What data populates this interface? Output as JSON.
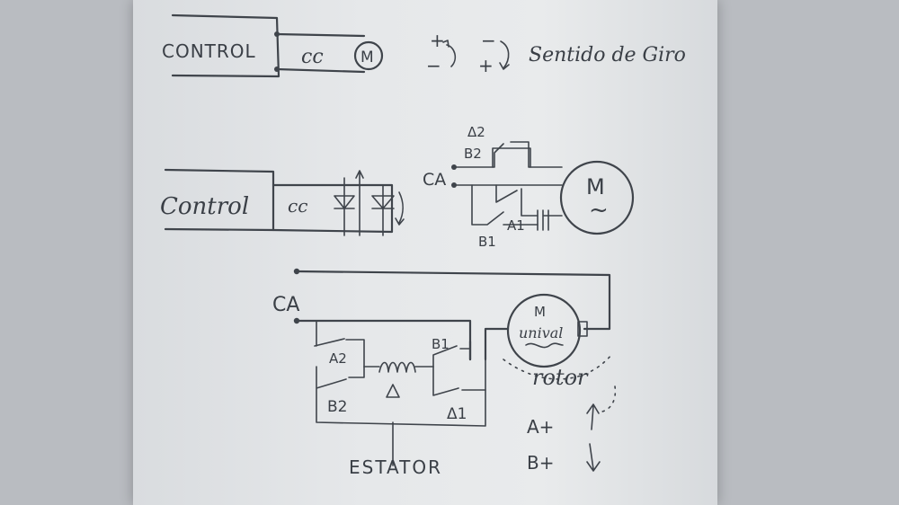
{
  "top": {
    "control_label": "CONTROL",
    "cc_label": "cc",
    "motor_label": "M",
    "dir1_top": "+",
    "dir1_bottom": "−",
    "dir2_top": "−",
    "dir2_bottom": "+",
    "direction_caption": "Sentido de Giro"
  },
  "middle": {
    "control_label": "Control",
    "cc_label": "cc",
    "ca_label": "CA",
    "a2_label": "Δ2",
    "b2_label": "B2",
    "a1_label": "A1",
    "b1_label": "B1",
    "motor_label": "M",
    "motor_symbol": "~"
  },
  "bottom": {
    "ca_label": "CA",
    "a2_label": "A2",
    "b2_label": "B2",
    "b1_label": "B1",
    "a1_label": "Δ1",
    "motor_label": "M",
    "motor_sub": "unival",
    "rotor_label": "rotor",
    "stator_label": "ESTATOR",
    "legend_a": "A+",
    "legend_b": "B+"
  }
}
